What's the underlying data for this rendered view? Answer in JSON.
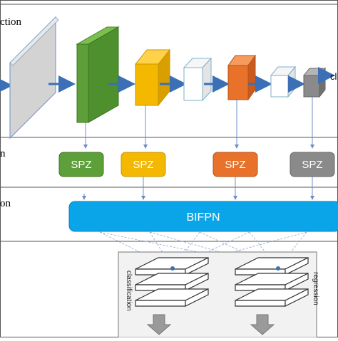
{
  "diagram": {
    "section_labels": {
      "feature_extraction": "ction",
      "spz_row": "n",
      "bifpn_row": "on"
    },
    "tail_label": "cl",
    "spz_label": "SPZ",
    "bifpn_label": "BIFPN",
    "head_labels": {
      "classification": "classification",
      "regression": "regression"
    },
    "colors": {
      "frame": "#555555",
      "arrow": "#3b6fb6",
      "bifpn": "#0aa5e8",
      "green": "#5da03a",
      "yellow": "#f5b800",
      "orange": "#e8722a",
      "gray": "#8a8a8a",
      "panel": "#f2f2f2"
    }
  }
}
